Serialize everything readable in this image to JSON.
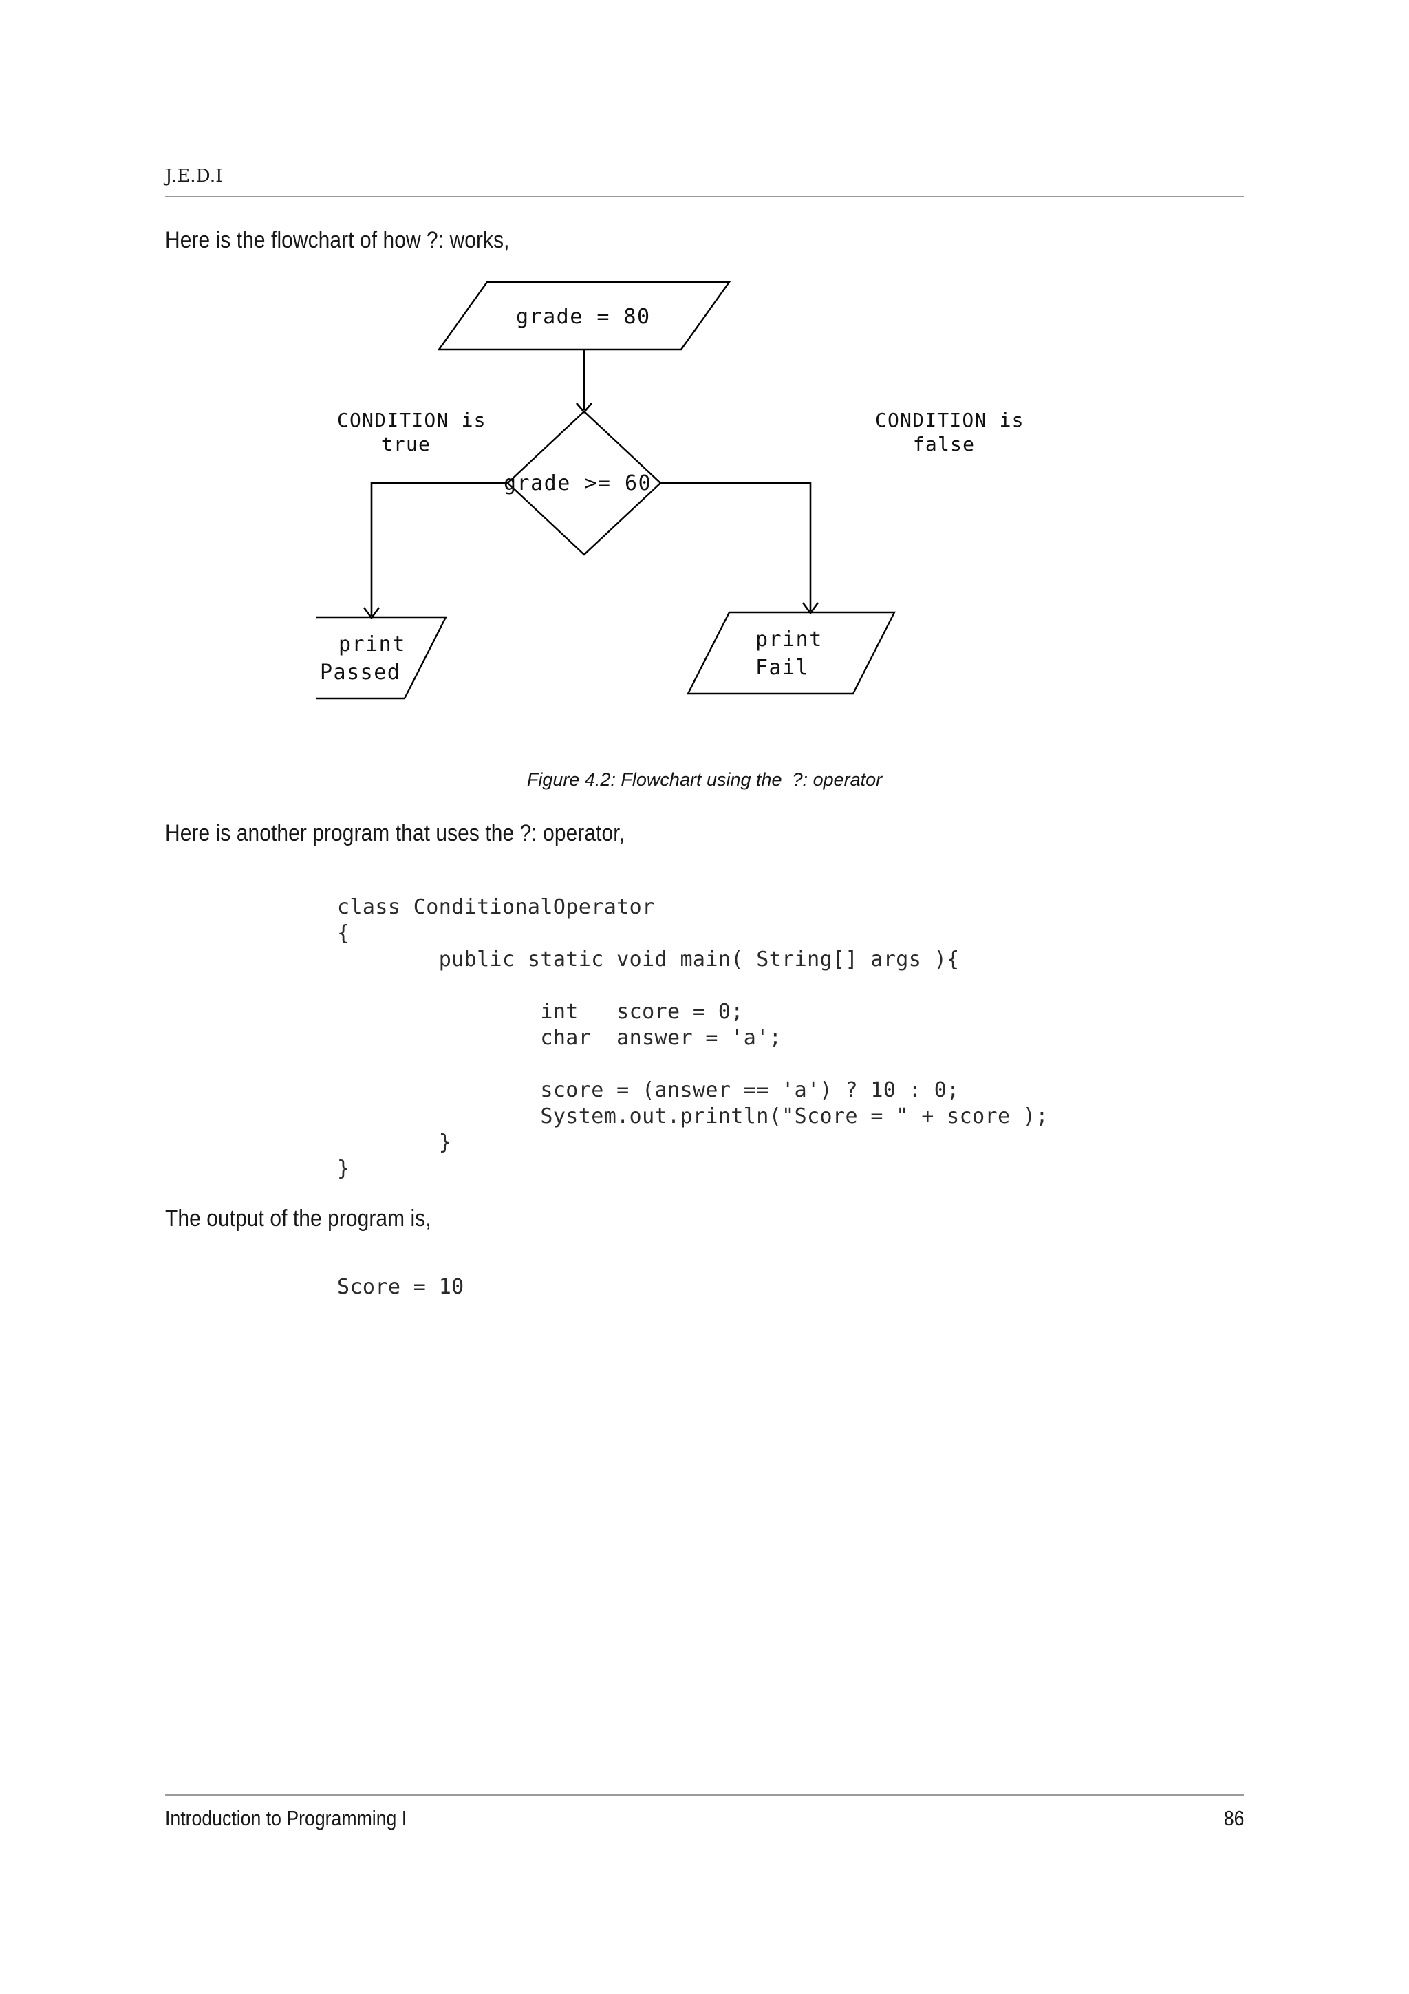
{
  "header": {
    "title": "J.E.D.I"
  },
  "body": {
    "intro_paragraph": "Here is the flowchart of how ?: works,",
    "second_paragraph": "Here is another program that uses the ?: operator,",
    "output_paragraph": "The output of the program is,"
  },
  "figure": {
    "caption": "Figure 4.2: Flowchart using the  ?: operator",
    "nodes": {
      "input_box": "grade = 80",
      "decision": "grade >= 60",
      "true_branch_line1": "print",
      "true_branch_line2": "Passed",
      "false_branch_line1": "print",
      "false_branch_line2": "Fail"
    },
    "labels": {
      "true_label_line1": "CONDITION is",
      "true_label_line2": "true",
      "false_label_line1": "CONDITION is",
      "false_label_line2": "false"
    }
  },
  "code": {
    "program": "class ConditionalOperator\n{\n        public static void main( String[] args ){\n\n                int   score = 0;\n                char  answer = 'a';\n\n                score = (answer == 'a') ? 10 : 0;\n                System.out.println(\"Score = \" + score );\n        }\n}",
    "output": "Score = 10"
  },
  "footer": {
    "book_title": "Introduction to Programming I",
    "page_number": "86"
  }
}
